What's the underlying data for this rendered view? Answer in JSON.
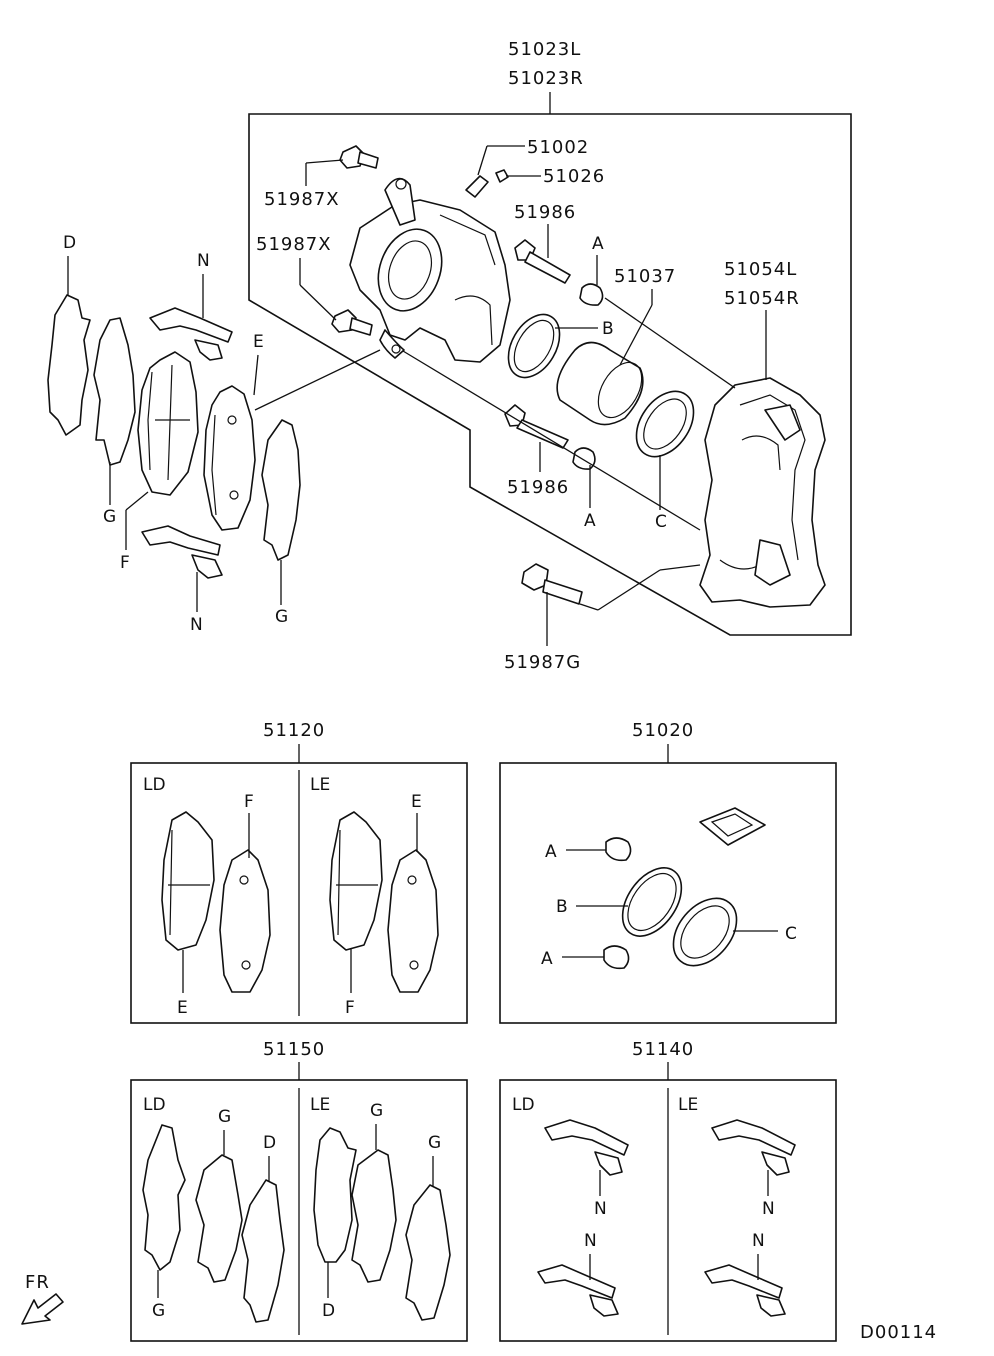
{
  "labels": {
    "assy_l": "51023L",
    "assy_r": "51023R",
    "p51002": "51002",
    "p51026": "51026",
    "p51987x_top": "51987X",
    "p51987x_mid": "51987X",
    "p51986_top": "51986",
    "p51986_bot": "51986",
    "p51037": "51037",
    "p51054l": "51054L",
    "p51054r": "51054R",
    "p51987g": "51987G",
    "a_top": "A",
    "a_bot": "A",
    "b": "B",
    "c": "C",
    "d": "D",
    "e": "E",
    "f": "F",
    "g_left": "G",
    "g_right": "G",
    "n_top": "N",
    "n_bot": "N"
  },
  "kits": {
    "k51120": {
      "title": "51120",
      "ld": "LD",
      "le": "LE",
      "f_top": "F",
      "e_top": "E",
      "e_bot": "E",
      "f_bot": "F"
    },
    "k51020": {
      "title": "51020",
      "a1": "A",
      "b": "B",
      "a2": "A",
      "c": "C"
    },
    "k51150": {
      "title": "51150",
      "ld": "LD",
      "le": "LE",
      "g1": "G",
      "d1": "D",
      "g2": "G",
      "g3": "G",
      "g4": "G",
      "d2": "D"
    },
    "k51140": {
      "title": "51140",
      "ld": "LD",
      "le": "LE",
      "n1": "N",
      "n2": "N",
      "n3": "N",
      "n4": "N"
    }
  },
  "fr": "FR",
  "code": "D00114"
}
